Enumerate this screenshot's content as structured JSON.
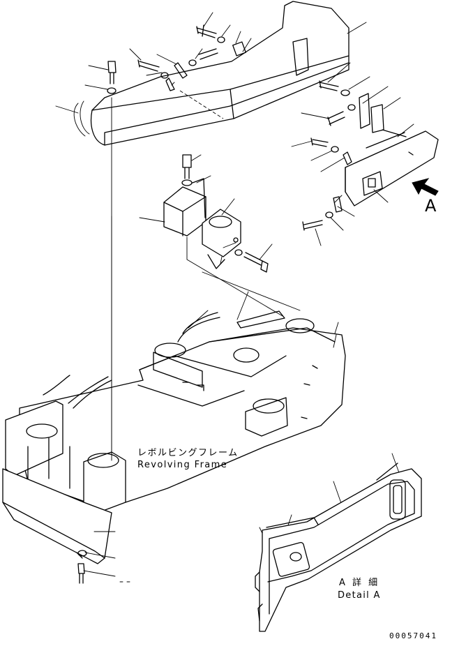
{
  "labels": {
    "frame_jp": "レボルビングフレーム",
    "frame_en": "Revolving Frame",
    "detail_jp": "A 詳 細",
    "detail_en": "Detail A",
    "callout": "A",
    "drawing_number": "00057041"
  }
}
